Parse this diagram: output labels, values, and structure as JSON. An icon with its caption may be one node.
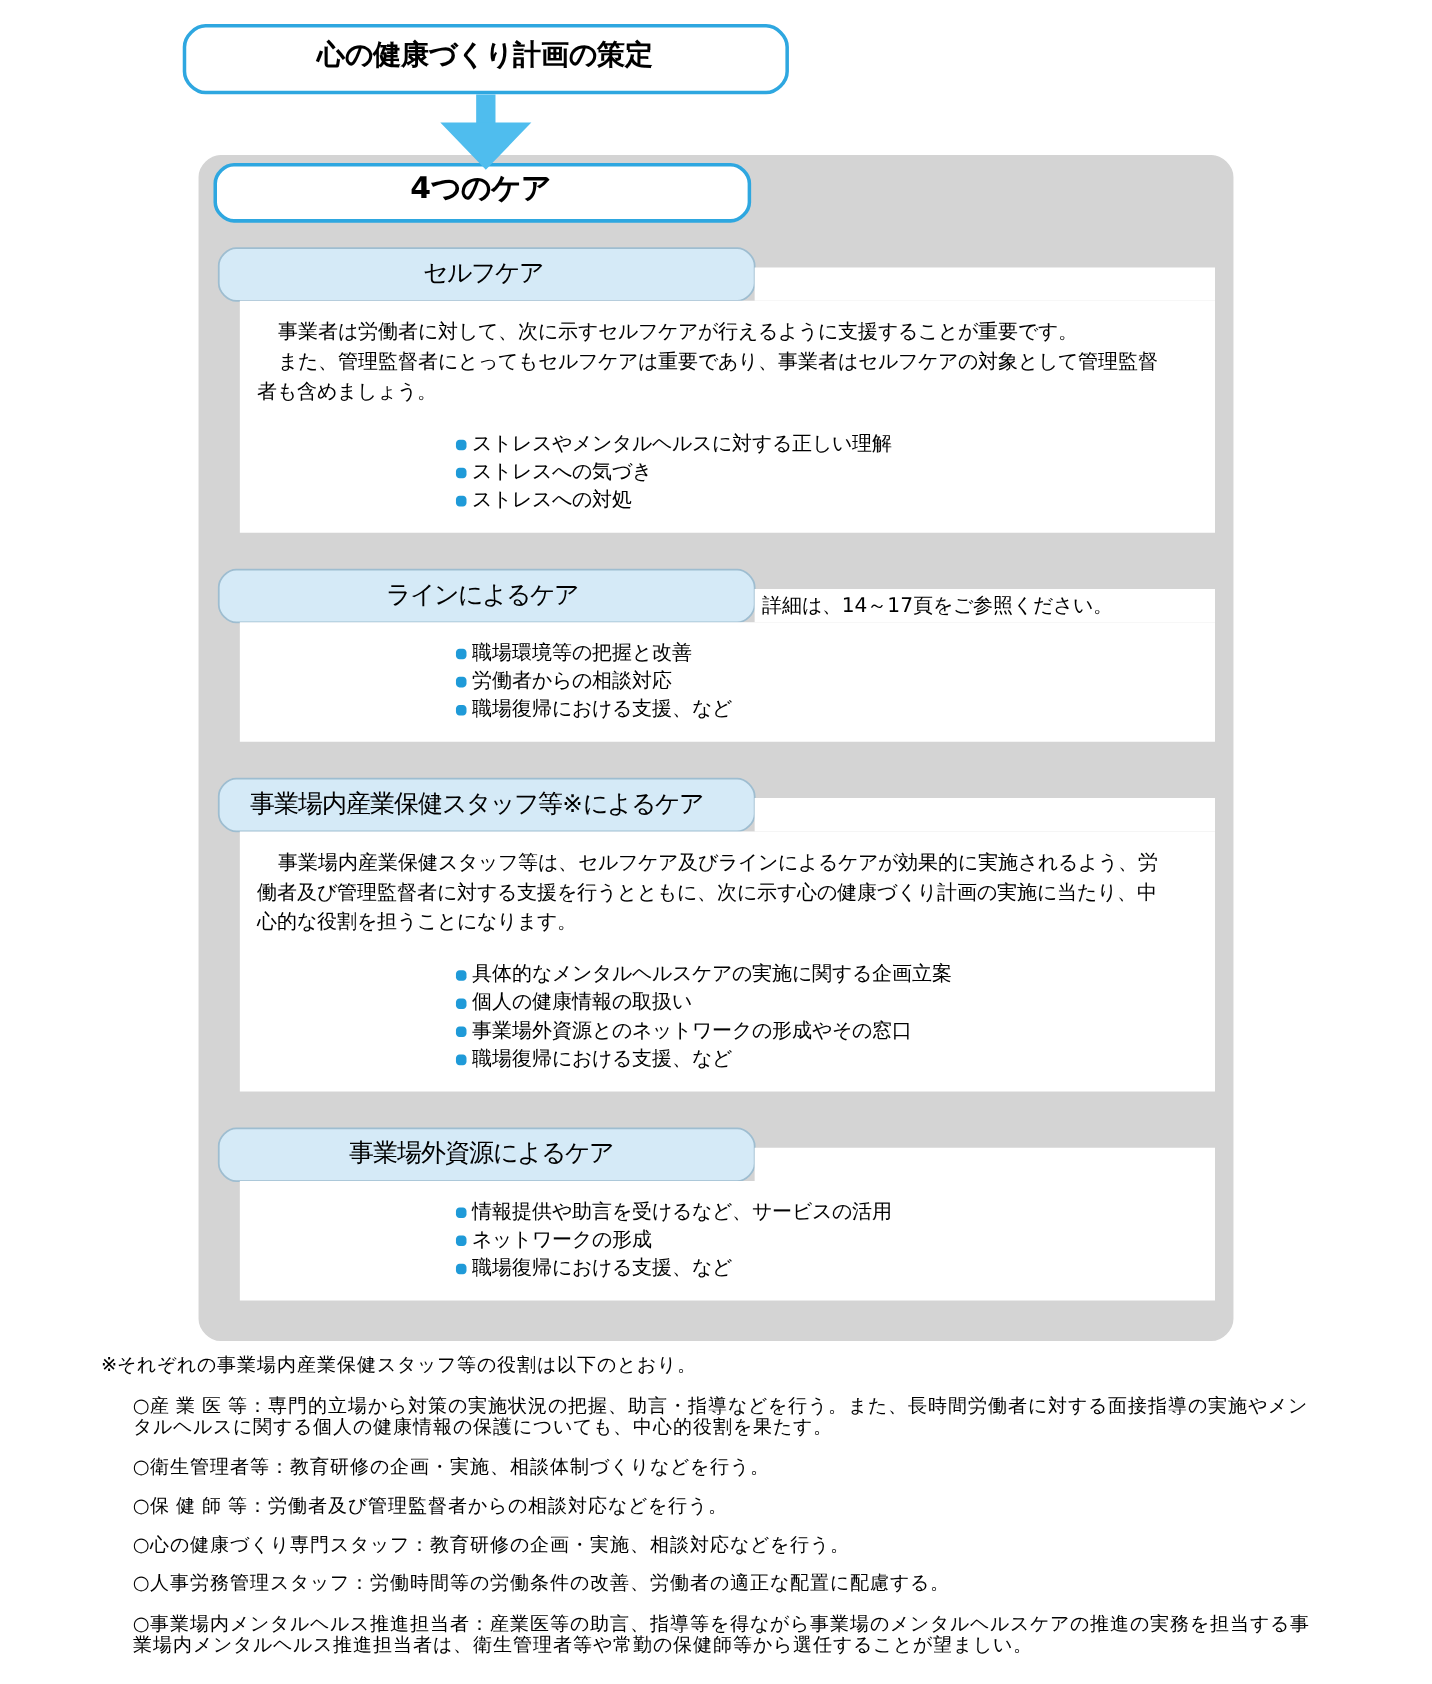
{
  "diagram": {
    "nodes": [
      {
        "text": [
          "心の健康づくり計画の策定"
        ]
      },
      {
        "text": [
          "4つのケア"
        ]
      },
      {
        "text": [
          "セルフケア",
          "事業者は労働者に対して、次に示すセルフケアが行えるように支援することが重要です。",
          "また、管理監督者にとってもセルフケアは重要であり、事業者はセルフケアの対象として管理監督者も含めましょう。",
          "ストレスやメンタルヘルスに対する正しい理解",
          "ストレスへの気づき",
          "ストレスへの対処"
        ],
        "in": 1
      },
      {
        "text": [
          "ラインによるケア",
          "職場環境等の把握と改善",
          "労働者からの相談対応",
          "職場復帰における支援、など"
        ],
        "beside": [
          "詳細は、14～17頁をご参照ください。"
        ],
        "in": 1
      },
      {
        "text": [
          "事業場内産業保健スタッフ等※によるケア",
          "事業場内産業保健スタッフ等は、セルフケア及びラインによるケアが効果的に実施されるよう、労働者及び管理監督者に対する支援を行うとともに、次に示す心の健康づくり計画の実施に当たり、中心的な役割を担うことになります。",
          "具体的なメンタルヘルスケアの実施に関する企画立案",
          "個人の健康情報の取扱い",
          "事業場外資源とのネットワークの形成やその窓口",
          "職場復帰における支援、など"
        ],
        "in": 1
      },
      {
        "text": [
          "事業場外資源によるケア",
          "情報提供や助言を受けるなど、サービスの活用",
          "ネットワークの形成",
          "職場復帰における支援、など"
        ],
        "in": 1
      }
    ],
    "edges": [
      {
        "from": 0,
        "to": 1,
        "arrow": "to"
      }
    ],
    "labels": [
      "※それぞれの事業場内産業保健スタッフ等の役割は以下のとおり。",
      "○産 業 医 等：専門的立場から対策の実施状況の把握、助言・指導などを行う。また、長時間労働者に対する面接指導の実施やメンタルヘルスに関する個人の健康情報の保護についても、中心的役割を果たす。",
      "○衛生管理者等：教育研修の企画・実施、相談体制づくりなどを行う。",
      "○保 健 師 等：労働者及び管理監督者からの相談対応などを行う。",
      "○心の健康づくり専門スタッフ：教育研修の企画・実施、相談対応などを行う。",
      "○人事労務管理スタッフ：労働時間等の労働条件の改善、労働者の適正な配置に配慮する。",
      "○事業場内メンタルヘルス推進担当者：産業医等の助言、指導等を得ながら事業場のメンタルヘルスケアの推進の実務を担当する事業場内メンタルヘルス推進担当者は、衛生管理者等や常勤の保健師等から選任することが望ましい。"
    ]
  }
}
